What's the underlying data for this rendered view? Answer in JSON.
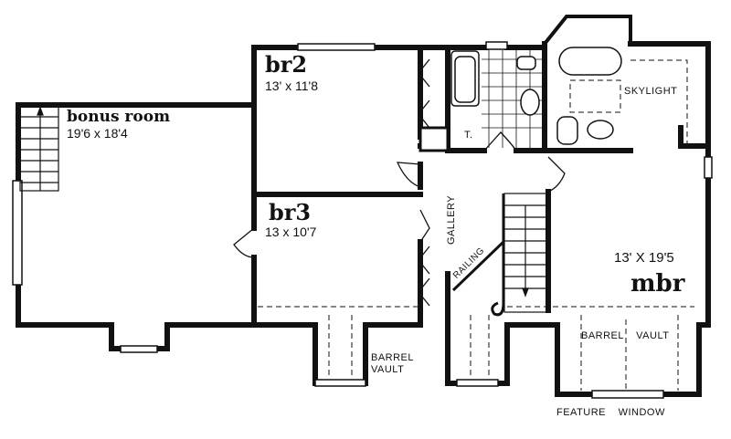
{
  "plan": {
    "rooms": [
      {
        "id": "bonus",
        "name": "bonus room",
        "size": "19'6 x 18'4"
      },
      {
        "id": "br2",
        "name": "br2",
        "size": "13' x 11'8"
      },
      {
        "id": "br3",
        "name": "br3",
        "size": "13 x 10'7"
      },
      {
        "id": "mbr",
        "name": "mbr",
        "size": "13' X 19'5"
      }
    ],
    "notes": {
      "gallery": "GALLERY",
      "railing": "RAILING",
      "skylight": "SKYLIGHT",
      "toilet": "T.",
      "barrel_vault_left": "BARREL VAULT",
      "barrel_vault_mbr": "BARREL VAULT",
      "feature_window": "FEATURE WINDOW"
    }
  }
}
